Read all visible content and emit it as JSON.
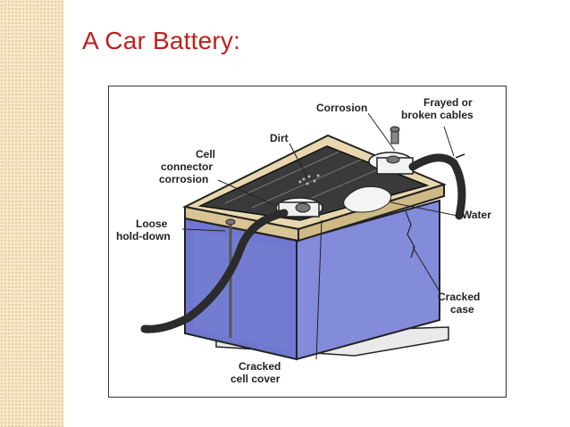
{
  "slide": {
    "title": "A Car Battery:"
  },
  "labels": {
    "corrosion": "Corrosion",
    "frayed_1": "Frayed or",
    "frayed_2": "broken cables",
    "dirt": "Dirt",
    "cell_1": "Cell",
    "cell_2": "connector",
    "cell_3": "corrosion",
    "loose_1": "Loose",
    "loose_2": "hold-down",
    "water": "Water",
    "cracked_case_1": "Cracked",
    "cracked_case_2": "case",
    "cracked_cover_1": "Cracked",
    "cracked_cover_2": "cell cover"
  },
  "colors": {
    "title": "#c0201c",
    "battery_case": "#7f86d6",
    "battery_top": "#e8d7ae",
    "cable": "#2b2b2b"
  }
}
